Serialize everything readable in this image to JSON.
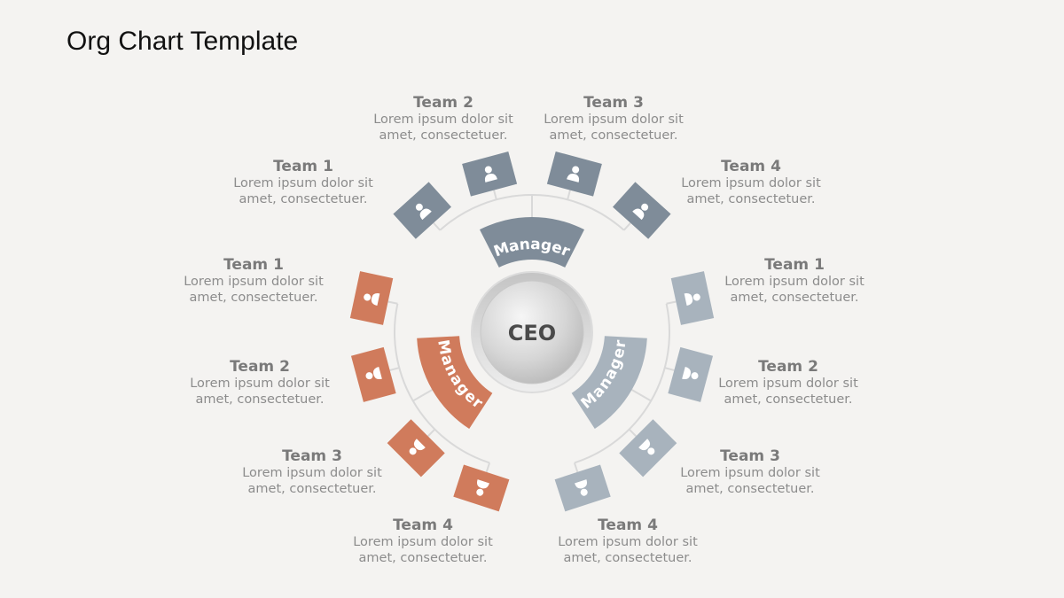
{
  "title": "Org Chart Template",
  "ceo": {
    "label": "CEO"
  },
  "colors": {
    "top": "#7f8c99",
    "left": "#d07b5c",
    "right": "#a8b3bd",
    "line": "#d9d9d9",
    "label_title": "#7a7a7a",
    "label_body": "#8c8c8c"
  },
  "groups": [
    {
      "id": "top",
      "manager": "Manager",
      "teams": [
        {
          "name": "Team 1",
          "desc1": "Lorem ipsum dolor sit",
          "desc2": "amet, consectetuer."
        },
        {
          "name": "Team 2",
          "desc1": "Lorem ipsum dolor sit",
          "desc2": "amet, consectetuer."
        },
        {
          "name": "Team 3",
          "desc1": "Lorem ipsum dolor sit",
          "desc2": "amet, consectetuer."
        },
        {
          "name": "Team 4",
          "desc1": "Lorem ipsum dolor sit",
          "desc2": "amet, consectetuer."
        }
      ]
    },
    {
      "id": "left",
      "manager": "Manager",
      "teams": [
        {
          "name": "Team 1",
          "desc1": "Lorem ipsum dolor sit",
          "desc2": "amet, consectetuer."
        },
        {
          "name": "Team 2",
          "desc1": "Lorem ipsum dolor sit",
          "desc2": "amet, consectetuer."
        },
        {
          "name": "Team 3",
          "desc1": "Lorem ipsum dolor sit",
          "desc2": "amet, consectetuer."
        },
        {
          "name": "Team 4",
          "desc1": "Lorem ipsum dolor sit",
          "desc2": "amet, consectetuer."
        }
      ]
    },
    {
      "id": "right",
      "manager": "Manager",
      "teams": [
        {
          "name": "Team 1",
          "desc1": "Lorem ipsum dolor sit",
          "desc2": "amet, consectetuer."
        },
        {
          "name": "Team 2",
          "desc1": "Lorem ipsum dolor sit",
          "desc2": "amet, consectetuer."
        },
        {
          "name": "Team 3",
          "desc1": "Lorem ipsum dolor sit",
          "desc2": "amet, consectetuer."
        },
        {
          "name": "Team 4",
          "desc1": "Lorem ipsum dolor sit",
          "desc2": "amet, consectetuer."
        }
      ]
    }
  ]
}
